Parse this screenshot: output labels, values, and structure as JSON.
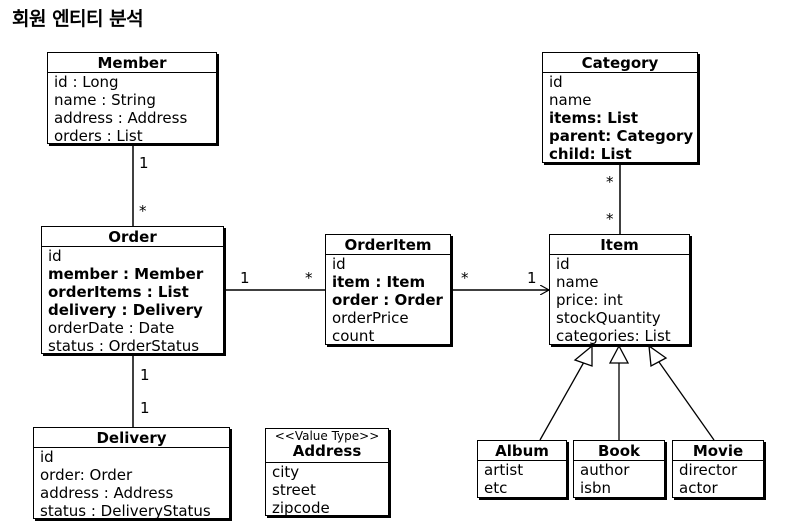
{
  "title": "회원 엔티티 분석",
  "classes": {
    "member": {
      "name": "Member",
      "attrs": [
        "id : Long",
        "name : String",
        "address : Address",
        "orders : List"
      ]
    },
    "order": {
      "name": "Order",
      "attrs": [
        "id",
        "member : Member",
        "orderItems : List",
        "delivery : Delivery",
        "orderDate : Date",
        "status : OrderStatus"
      ]
    },
    "delivery": {
      "name": "Delivery",
      "attrs": [
        "id",
        "order: Order",
        "address : Address",
        "status : DeliveryStatus"
      ]
    },
    "orderitem": {
      "name": "OrderItem",
      "attrs": [
        "id",
        "item : Item",
        "order : Order",
        "orderPrice",
        "count"
      ]
    },
    "address": {
      "stereotype": "<<Value Type>>",
      "name": "Address",
      "attrs": [
        "city",
        "street",
        "zipcode"
      ]
    },
    "category": {
      "name": "Category",
      "attrs": [
        "id",
        "name",
        "items: List",
        "parent: Category",
        "child: List"
      ]
    },
    "item": {
      "name": "Item",
      "attrs": [
        "id",
        "name",
        "price: int",
        "stockQuantity",
        "categories: List"
      ]
    },
    "album": {
      "name": "Album",
      "attrs": [
        "artist",
        "etc"
      ]
    },
    "book": {
      "name": "Book",
      "attrs": [
        "author",
        "isbn"
      ]
    },
    "movie": {
      "name": "Movie",
      "attrs": [
        "director",
        "actor"
      ]
    }
  },
  "multiplicities": {
    "member_order_top": "1",
    "member_order_bottom": "*",
    "order_delivery_top": "1",
    "order_delivery_bottom": "1",
    "order_orderitem_left": "1",
    "order_orderitem_right": "*",
    "orderitem_item_left": "*",
    "orderitem_item_right": "1",
    "category_item_top": "*",
    "category_item_bottom": "*"
  }
}
